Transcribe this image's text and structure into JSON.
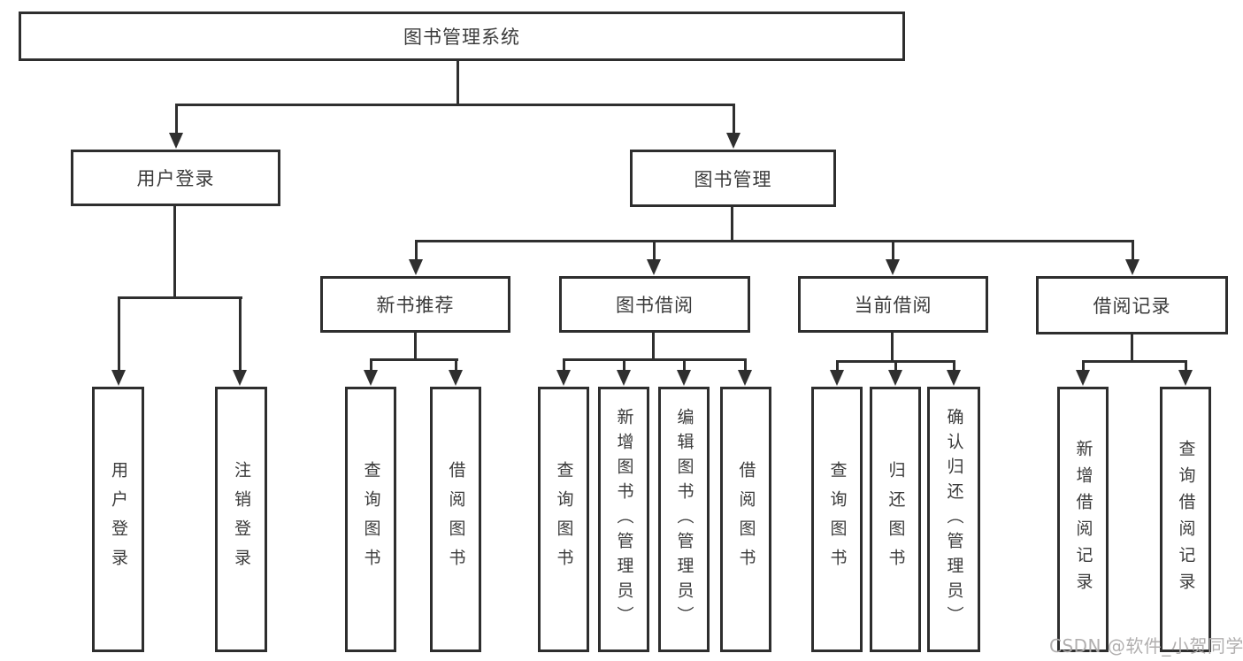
{
  "tree": {
    "root": "图书管理系统",
    "children": [
      {
        "label": "用户登录",
        "children": [
          "用户登录",
          "注销登录"
        ]
      },
      {
        "label": "图书管理",
        "children": [
          {
            "label": "新书推荐",
            "children": [
              "查询图书",
              "借阅图书"
            ]
          },
          {
            "label": "图书借阅",
            "children": [
              "查询图书",
              "新增图书（管理员）",
              "编辑图书（管理员）",
              "借阅图书"
            ]
          },
          {
            "label": "当前借阅",
            "children": [
              "查询图书",
              "归还图书",
              "确认归还（管理员）"
            ]
          },
          {
            "label": "借阅记录",
            "children": [
              "新增借阅记录",
              "查询借阅记录"
            ]
          }
        ]
      }
    ]
  },
  "watermark": "CSDN @软件_小贺同学",
  "colors": {
    "line": "#2f2f2f",
    "text": "#3b3b3b",
    "background": "#ffffff",
    "watermark": "#adabab"
  }
}
